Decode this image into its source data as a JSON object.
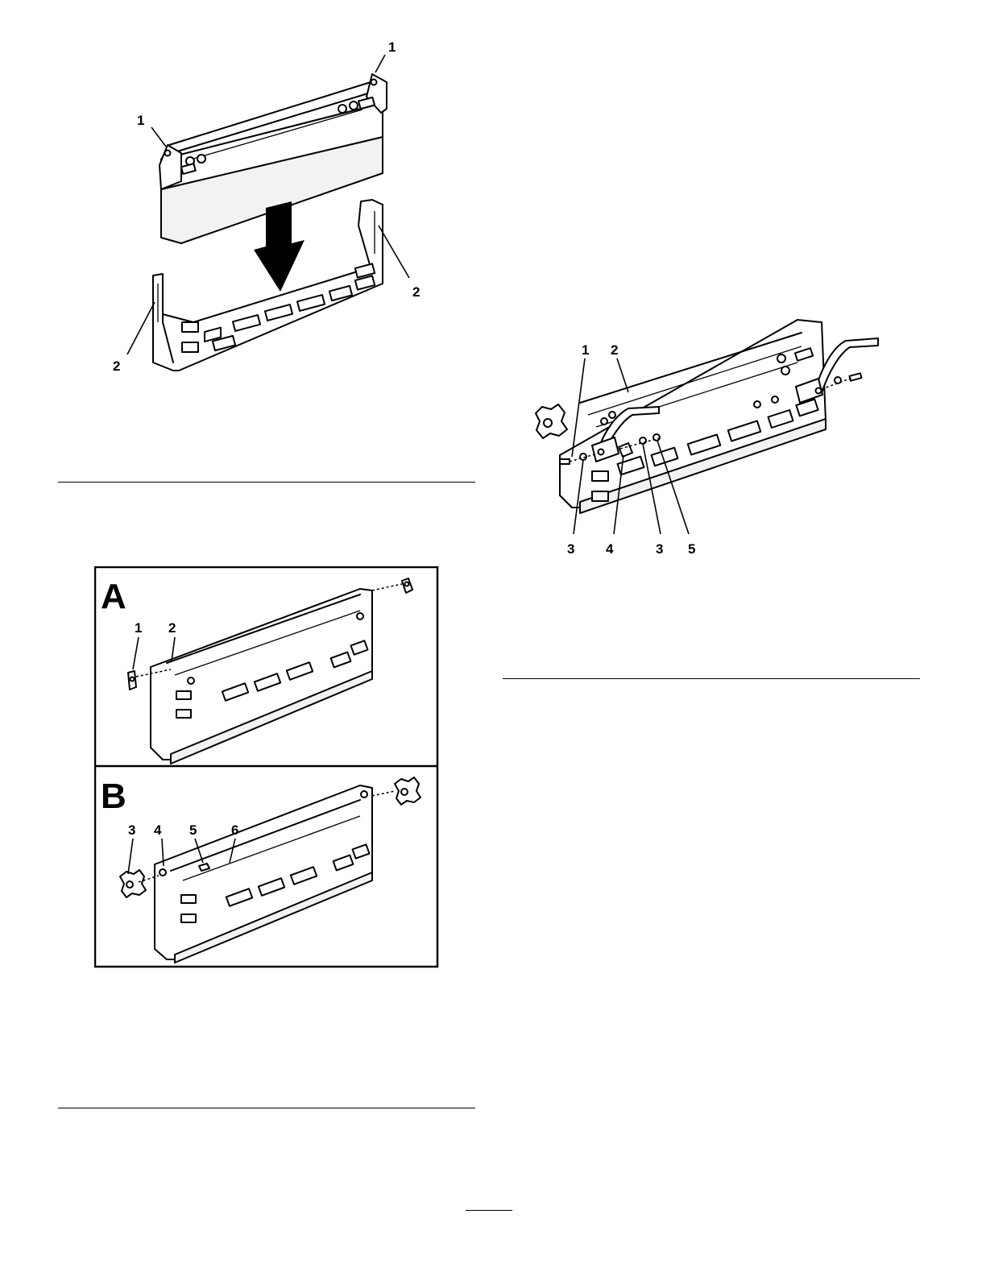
{
  "figure1": {
    "callouts": [
      "1",
      "1",
      "2",
      "2"
    ]
  },
  "figure2": {
    "panels": [
      {
        "letter": "A",
        "callouts": [
          "1",
          "2"
        ]
      },
      {
        "letter": "B",
        "callouts": [
          "3",
          "4",
          "5",
          "6"
        ]
      }
    ]
  },
  "figure3": {
    "callouts": [
      "1",
      "2",
      "3",
      "4",
      "3",
      "5"
    ]
  },
  "icons": [
    "down-arrow-icon",
    "knob-icon",
    "bracket-icon"
  ]
}
